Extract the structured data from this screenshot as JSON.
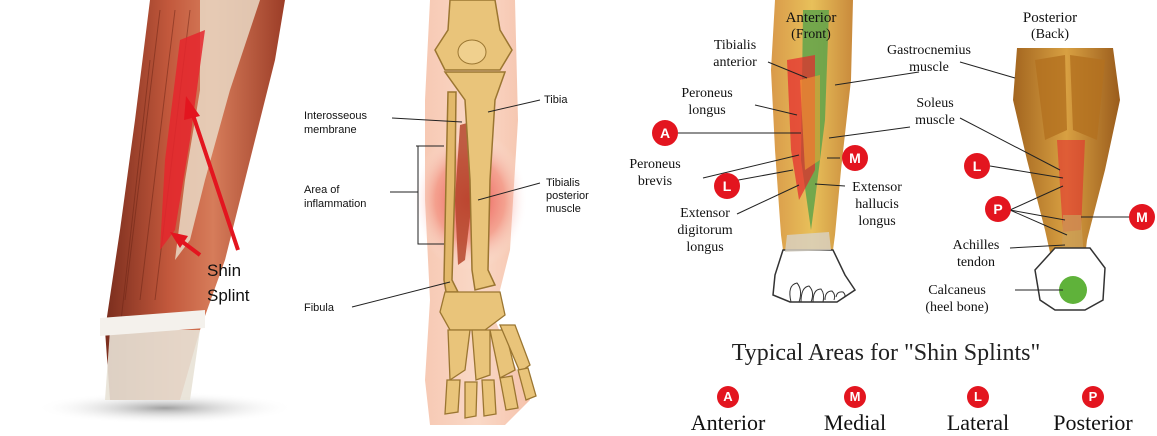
{
  "panel1": {
    "label_line1": "Shin",
    "label_line2": "Splint"
  },
  "panel2": {
    "labels": {
      "interosseous": [
        "Interosseous",
        "membrane"
      ],
      "tibia": "Tibia",
      "inflammation": [
        "Area of",
        "inflammation"
      ],
      "tibialis_posterior": [
        "Tibialis",
        "posterior",
        "muscle"
      ],
      "fibula": "Fibula"
    }
  },
  "panel3": {
    "anterior_title": [
      "Anterior",
      "(Front)"
    ],
    "posterior_title": [
      "Posterior",
      "(Back)"
    ],
    "labels": {
      "tibialis_anterior": [
        "Tibialis",
        "anterior"
      ],
      "peroneus_longus": [
        "Peroneus",
        "longus"
      ],
      "peroneus_brevis": [
        "Peroneus",
        "brevis"
      ],
      "extensor_digitorum": [
        "Extensor",
        "digitorum",
        "longus"
      ],
      "gastrocnemius": [
        "Gastrocnemius",
        "muscle"
      ],
      "soleus": [
        "Soleus",
        "muscle"
      ],
      "extensor_hallucis": [
        "Extensor",
        "hallucis",
        "longus"
      ],
      "achilles": [
        "Achilles",
        "tendon"
      ],
      "calcaneus": [
        "Calcaneus",
        "(heel bone)"
      ]
    },
    "badges": {
      "A": "A",
      "M": "M",
      "L": "L",
      "P": "P"
    }
  },
  "legend": {
    "title": "Typical Areas for \"Shin Splints\"",
    "items": [
      {
        "letter": "A",
        "label": "Anterior"
      },
      {
        "letter": "M",
        "label": "Medial"
      },
      {
        "letter": "L",
        "label": "Lateral"
      },
      {
        "letter": "P",
        "label": "Posterior"
      }
    ]
  },
  "colors": {
    "badge_red": "#e3151f",
    "inflammation_red": "#e5262d",
    "bone": "#e9c47a",
    "muscle": "#b5462d",
    "skin": "#f2b89a"
  }
}
